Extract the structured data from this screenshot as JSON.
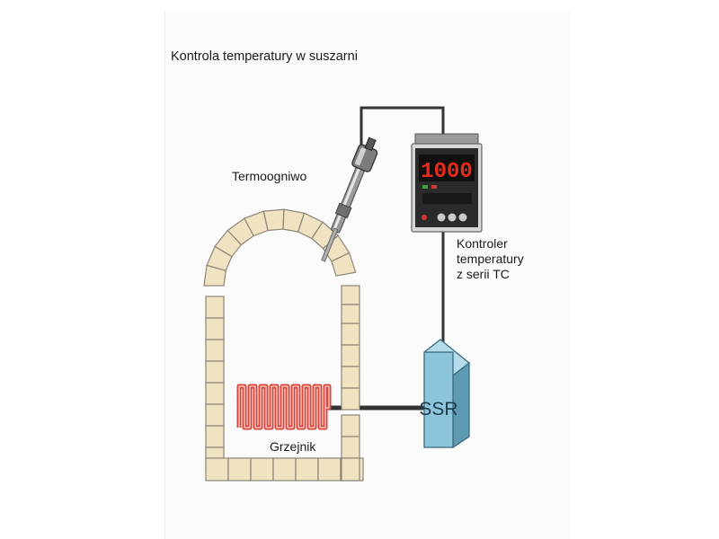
{
  "title": "Kontrola temperatury w suszarni",
  "labels": {
    "thermocouple": "Termoogniwo",
    "controller_line1": "Kontroler",
    "controller_line2": "temperatury",
    "controller_line3": "z serii TC",
    "heater": "Grzejnik"
  },
  "controller": {
    "display_value": "1000"
  },
  "ssr_text": "SSR",
  "colors": {
    "brick_fill": "#efe3c2",
    "brick_stroke": "#8c8577",
    "heater_coil": "#d9453b",
    "ssr_body": "#8cc5dc",
    "controller_display": "#e82a1e",
    "wire": "#333333"
  }
}
